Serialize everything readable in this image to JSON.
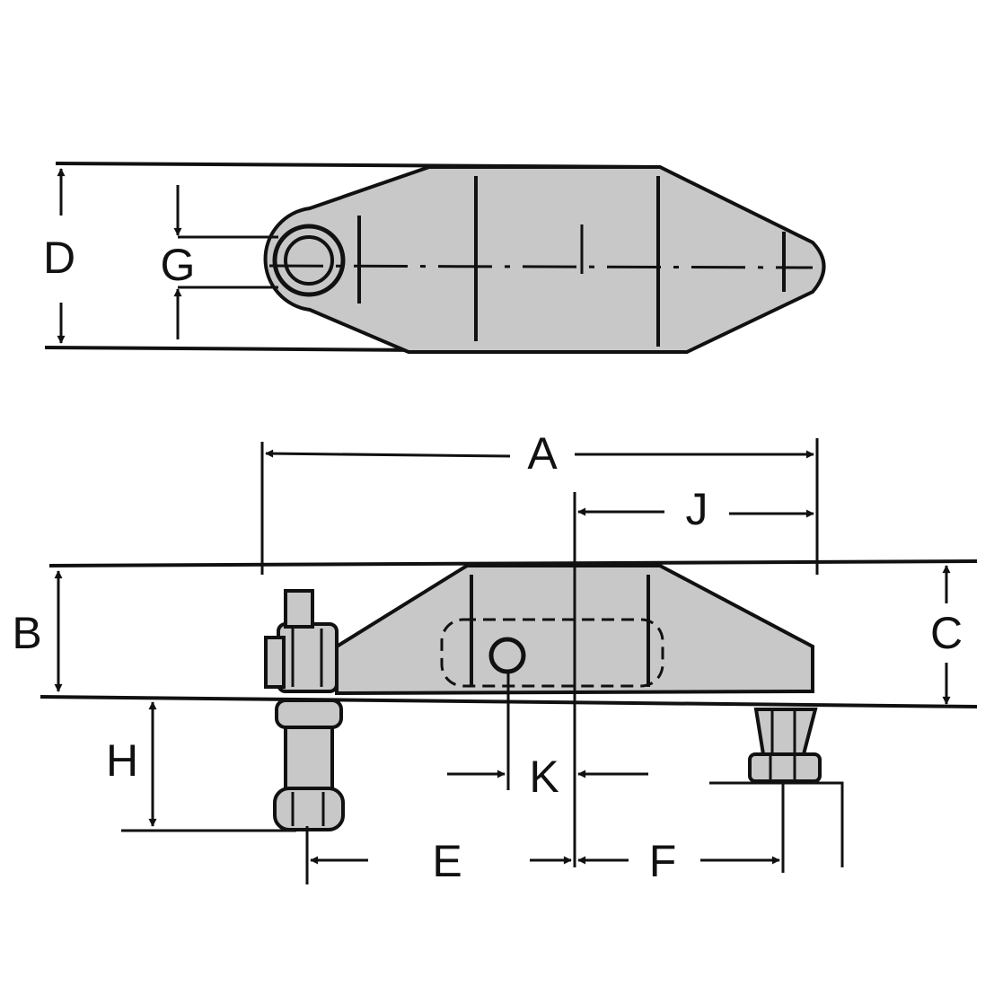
{
  "labels": {
    "A": "A",
    "B": "B",
    "C": "C",
    "D": "D",
    "E": "E",
    "F": "F",
    "G": "G",
    "H": "H",
    "J": "J",
    "K": "K"
  },
  "colors": {
    "ink": "#111111",
    "fill": "#c8c8c8",
    "background": "#ffffff"
  }
}
